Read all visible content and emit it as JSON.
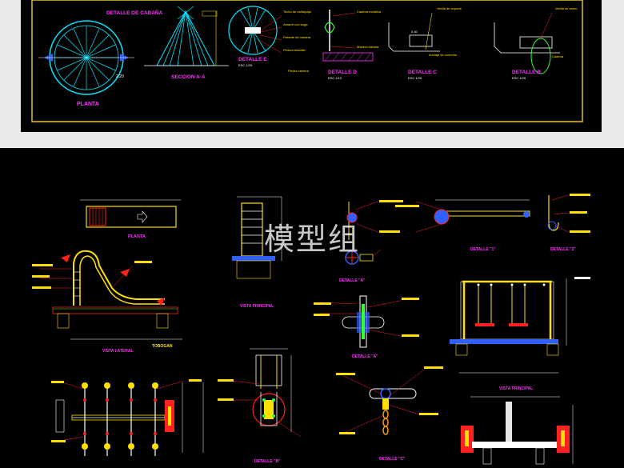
{
  "watermark": "模型组",
  "top_sheet": {
    "frame_color": "#e8c400",
    "labels": {
      "detalle_cabana": "DETALLE DE CABAÑA",
      "detalle_e": "DETALLE E",
      "planta": "PLANTA",
      "seccion_aa": "SECCION A-A",
      "detalle_d": "DETALLE D",
      "detalle_c": "DETALLE C",
      "detalle_b": "DETALLE B"
    }
  },
  "bottom_sheet": {
    "labels": {
      "planta": "PLANTA",
      "vista_lateral": "VISTA LATERAL",
      "tobogan": "TOBOGAN",
      "vista_principal": "VISTA PRINCIPAL",
      "detalle_a": "DETALLE \"A\"",
      "detalle_a1": "DETALLE \"A\"",
      "detalle_1": "DETALLE \"1\"",
      "detalle_2": "DETALLE \"2\"",
      "vista_principal_2": "VISTA PRINCIPAL",
      "detalle_b": "DETALLE \"B\"",
      "detalle_c": "DETALLE \"C\""
    }
  },
  "colors": {
    "cyan": "#00e5ff",
    "yellow": "#ffe000",
    "red": "#ff2020",
    "white": "#ffffff",
    "magenta": "#ff33ff",
    "green": "#33ff33",
    "blue": "#3060ff",
    "orange": "#ff9a00"
  }
}
